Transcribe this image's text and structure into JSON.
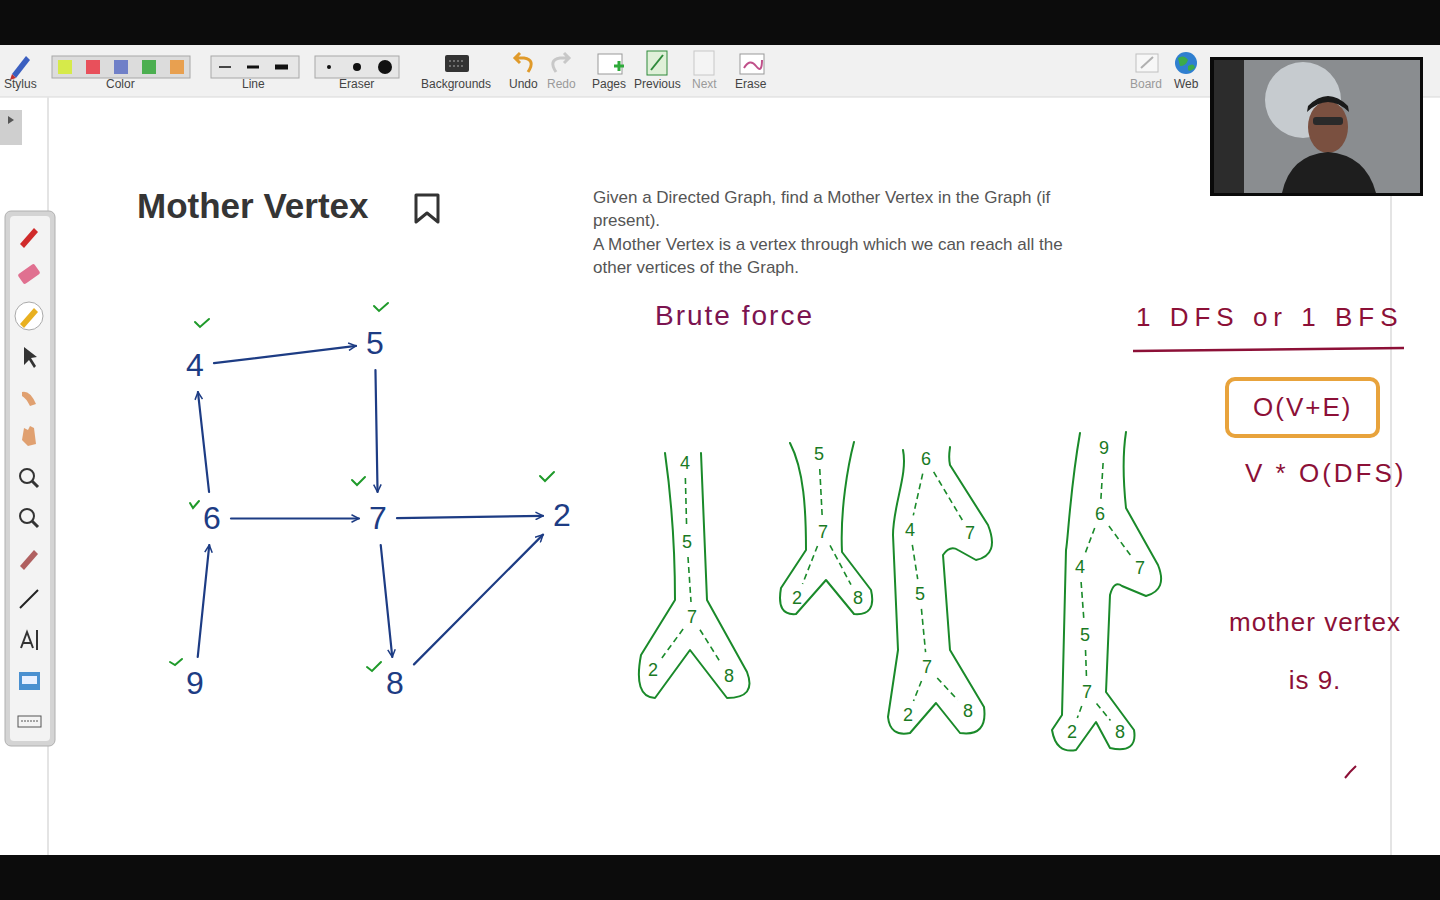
{
  "diagram": {
    "title": "Mother Vertex",
    "nodes": [
      {
        "text": [
          "4"
        ]
      },
      {
        "text": [
          "5"
        ]
      },
      {
        "text": [
          "6"
        ]
      },
      {
        "text": [
          "7"
        ]
      },
      {
        "text": [
          "2"
        ]
      },
      {
        "text": [
          "9"
        ]
      },
      {
        "text": [
          "8"
        ]
      },
      {
        "text": [
          "4",
          "5",
          "7",
          "2",
          "8"
        ]
      },
      {
        "text": [
          "5",
          "7",
          "2",
          "8"
        ]
      },
      {
        "text": [
          "6",
          "4",
          "7",
          "5",
          "7",
          "2",
          "8"
        ]
      },
      {
        "text": [
          "9",
          "6",
          "4",
          "7",
          "5",
          "7",
          "2",
          "8"
        ]
      },
      {
        "text": [
          "O(V+E)"
        ]
      }
    ],
    "edges": [
      {
        "from": 0,
        "to": 1,
        "arrow": "to"
      },
      {
        "from": 1,
        "to": 3,
        "arrow": "to"
      },
      {
        "from": 2,
        "to": 0,
        "arrow": "to"
      },
      {
        "from": 2,
        "to": 3,
        "arrow": "to"
      },
      {
        "from": 5,
        "to": 2,
        "arrow": "to"
      },
      {
        "from": 3,
        "to": 4,
        "arrow": "to"
      },
      {
        "from": 3,
        "to": 6,
        "arrow": "to"
      },
      {
        "from": 6,
        "to": 4,
        "arrow": "to"
      }
    ],
    "labels": [
      "Stylus",
      "Color",
      "Line",
      "Eraser",
      "Backgrounds",
      "Undo",
      "Redo",
      "Pages",
      "Previous",
      "Next",
      "Erase",
      "Board",
      "Web",
      "Given a Directed Graph, find a Mother Vertex in the Graph (if present).",
      "A Mother Vertex is a vertex through which we can reach all the other vertices of the Graph.",
      "Brute force",
      "1 DFS or 1 BFS",
      "V * O(DFS)",
      "mother vertex is 9."
    ]
  }
}
